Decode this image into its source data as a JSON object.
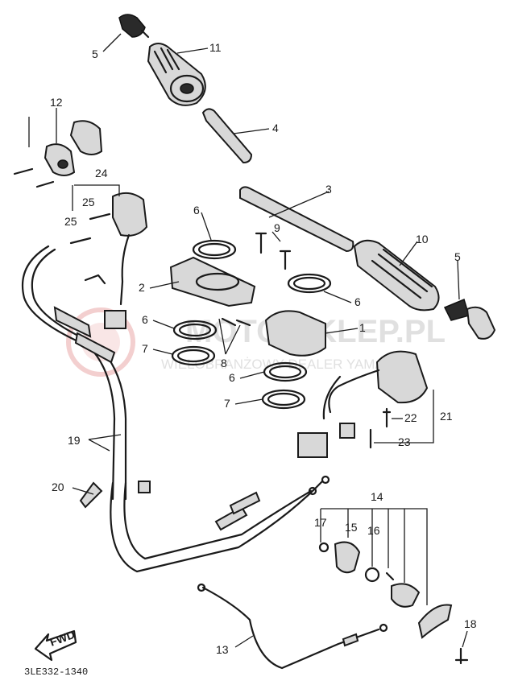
{
  "labels": {
    "n5a": "5",
    "n11": "11",
    "n4": "4",
    "n12": "12",
    "n24": "24",
    "n25a": "25",
    "n25b": "25",
    "n3": "3",
    "n6a": "6",
    "n9": "9",
    "n10": "10",
    "n5b": "5",
    "n2": "2",
    "n6b": "6",
    "n6c": "6",
    "n7a": "7",
    "n8": "8",
    "n1": "1",
    "n6d": "6",
    "n7b": "7",
    "n22": "22",
    "n21": "21",
    "n23": "23",
    "n19": "19",
    "n20": "20",
    "n14": "14",
    "n17": "17",
    "n15": "15",
    "n16": "16",
    "n13": "13",
    "n18": "18"
  },
  "fwd_label": "FWD",
  "drawing_code": "3LE332-1340",
  "watermark": {
    "brand": "MOTO-SKLEP.PL",
    "tagline": "WIELOBRANŻOWY DEALER YAMAHA",
    "color": "#e03030"
  }
}
